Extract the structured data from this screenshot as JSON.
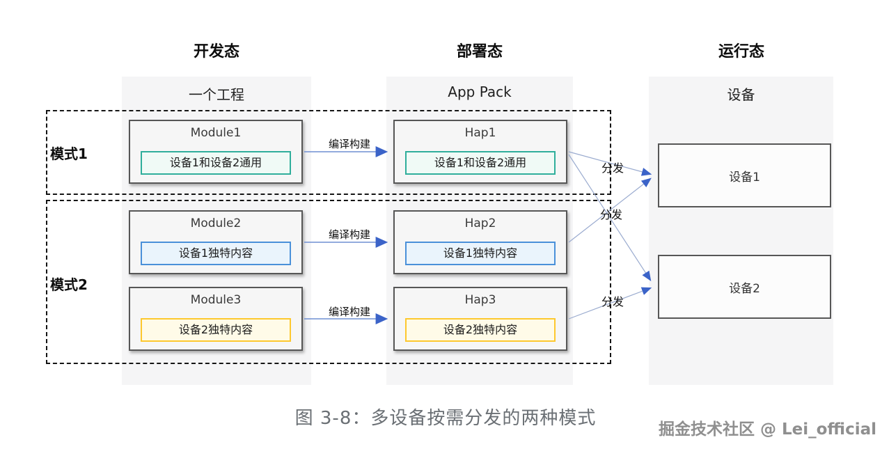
{
  "header": {
    "states": [
      "开发态",
      "部署态",
      "运行态"
    ]
  },
  "panels": [
    {
      "title": "一个工程"
    },
    {
      "title": "App Pack"
    },
    {
      "title": "设备"
    }
  ],
  "modes": [
    {
      "label": "模式1"
    },
    {
      "label": "模式2"
    }
  ],
  "modules": [
    {
      "name": "Module1",
      "content": "设备1和设备2通用"
    },
    {
      "name": "Module2",
      "content": "设备1独特内容"
    },
    {
      "name": "Module3",
      "content": "设备2独特内容"
    }
  ],
  "haps": [
    {
      "name": "Hap1",
      "content": "设备1和设备2通用"
    },
    {
      "name": "Hap2",
      "content": "设备1独特内容"
    },
    {
      "name": "Hap3",
      "content": "设备2独特内容"
    }
  ],
  "devices": [
    {
      "name": "设备1"
    },
    {
      "name": "设备2"
    }
  ],
  "edge_labels": {
    "build": "编译构建",
    "distribute": "分发"
  },
  "caption": "图 3-8：多设备按需分发的两种模式",
  "watermark": "掘金技术社区 @ Lei_official",
  "colors": {
    "common_content_border": "#2fae9b",
    "common_content_bg": "#f0faf6",
    "device1_content_border": "#4a90d9",
    "device1_content_bg": "#eaf4fc",
    "device2_content_border": "#fdc82e",
    "device2_content_bg": "#fffbe8",
    "build_arrow": "#3b63c8",
    "distribute_line": "#9aabcf",
    "box_border": "#565656",
    "panel_bg": "#f5f5f6"
  }
}
